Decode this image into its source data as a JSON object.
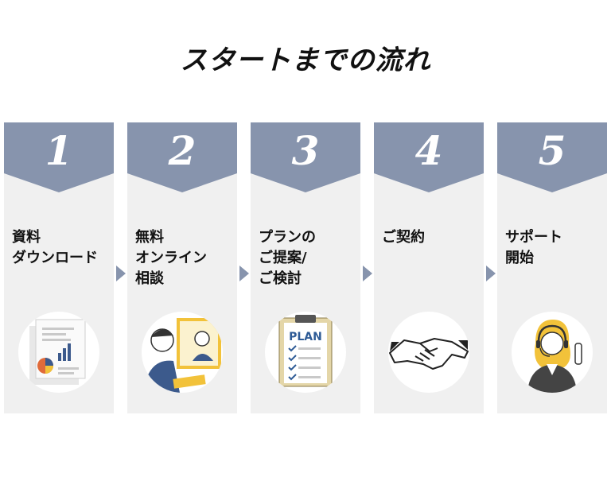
{
  "title": "スタートまでの流れ",
  "accent_color": "#8794ad",
  "steps": [
    {
      "num": "1",
      "label": "資料\nダウンロード",
      "icon": "document-chart-icon"
    },
    {
      "num": "2",
      "label": "無料\nオンライン\n相談",
      "icon": "online-meeting-icon"
    },
    {
      "num": "3",
      "label": "プランの\nご提案/\nご検討",
      "icon": "plan-clipboard-icon",
      "icon_text": "PLAN"
    },
    {
      "num": "4",
      "label": "ご契約",
      "icon": "handshake-icon"
    },
    {
      "num": "5",
      "label": "サポート\n開始",
      "icon": "support-operator-icon"
    }
  ]
}
